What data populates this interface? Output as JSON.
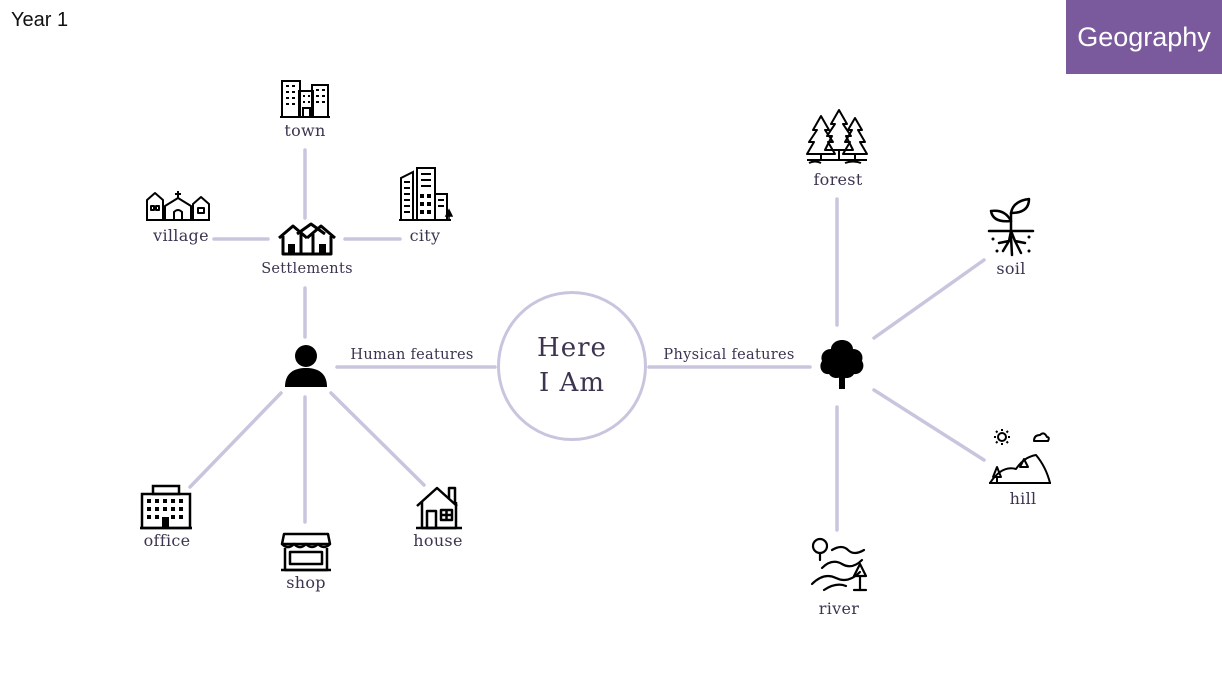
{
  "header": {
    "year_label": "Year 1",
    "subject_label": "Geography"
  },
  "center": {
    "line1": "Here",
    "line2": "I Am"
  },
  "branches": {
    "human": "Human features",
    "physical": "Physical features"
  },
  "nodes": {
    "settlements": "Settlements",
    "town": "town",
    "village": "village",
    "city": "city",
    "office": "office",
    "shop": "shop",
    "house": "house",
    "forest": "forest",
    "soil": "soil",
    "hill": "hill",
    "river": "river"
  },
  "colors": {
    "connector": "#c9c5de",
    "subject_badge": "#7a5a9c",
    "text": "#3d3450"
  },
  "icons": {
    "human_hub": "person-icon",
    "physical_hub": "tree-icon",
    "settlements": "houses-icon",
    "town": "town-buildings-icon",
    "village": "village-icon",
    "city": "city-skyscrapers-icon",
    "office": "office-building-icon",
    "shop": "shop-icon",
    "house": "house-icon",
    "forest": "forest-icon",
    "soil": "soil-plant-icon",
    "hill": "hill-icon",
    "river": "river-icon"
  }
}
